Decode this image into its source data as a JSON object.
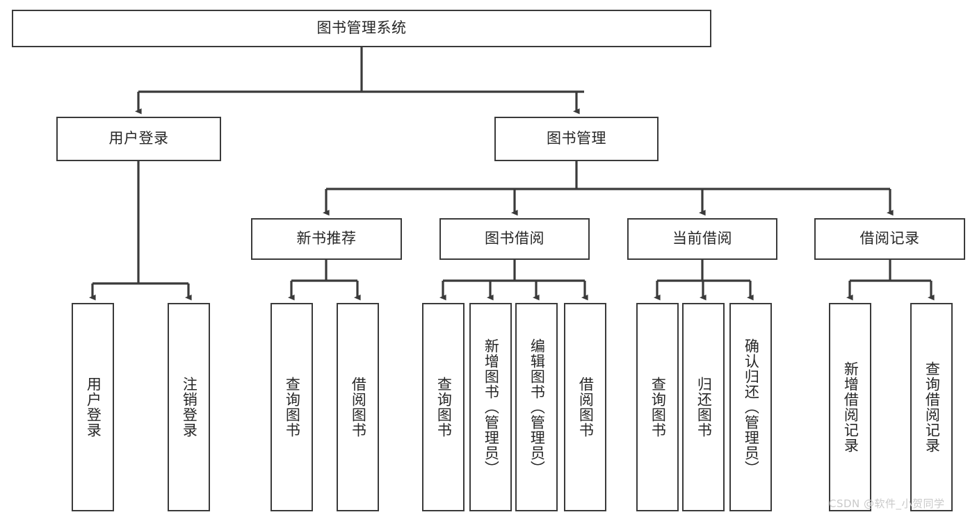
{
  "diagram": {
    "title": "图书管理系统",
    "type": "tree",
    "watermark": "CSDN @软件_小贺同学",
    "colors": {
      "box_border": "#3a3a3a",
      "box_fill": "#ffffff",
      "edge": "#3a3a3a",
      "text": "#262626",
      "watermark": "#c9c9c9",
      "background": "#ffffff"
    },
    "nodes": {
      "root": {
        "label": "图书管理系统"
      },
      "level1": [
        {
          "label": "用户登录"
        },
        {
          "label": "图书管理"
        }
      ],
      "level2": [
        {
          "label": "新书推荐"
        },
        {
          "label": "图书借阅"
        },
        {
          "label": "当前借阅"
        },
        {
          "label": "借阅记录"
        }
      ],
      "leaves_user_login": [
        {
          "label": "用户登录"
        },
        {
          "label": "注销登录"
        }
      ],
      "leaves_new_book": [
        {
          "label": "查询图书"
        },
        {
          "label": "借阅图书"
        }
      ],
      "leaves_borrow": [
        {
          "label": "查询图书"
        },
        {
          "label": "新增图书（管理员）"
        },
        {
          "label": "编辑图书（管理员）"
        },
        {
          "label": "借阅图书"
        }
      ],
      "leaves_current": [
        {
          "label": "查询图书"
        },
        {
          "label": "归还图书"
        },
        {
          "label": "确认归还（管理员）"
        }
      ],
      "leaves_record": [
        {
          "label": "新增借阅记录"
        },
        {
          "label": "查询借阅记录"
        }
      ]
    }
  }
}
